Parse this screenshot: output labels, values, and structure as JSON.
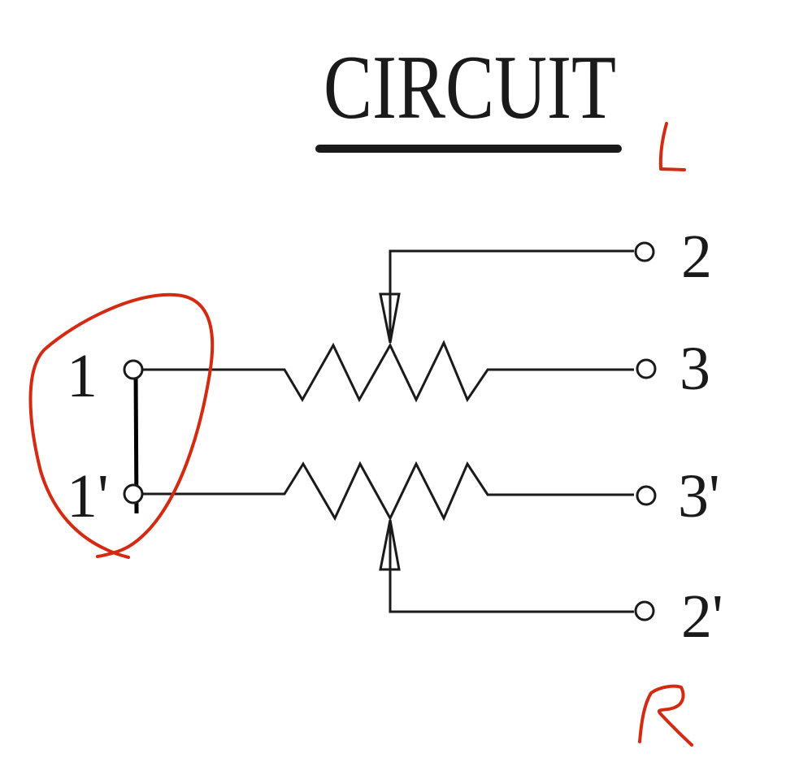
{
  "diagram": {
    "title": "CIRCUIT",
    "type": "dual potentiometer schematic",
    "terminals": {
      "t1": "1",
      "t1p": "1'",
      "t2": "2",
      "t3": "3",
      "t3p": "3'",
      "t2p": "2'"
    },
    "components": [
      {
        "name": "upper-potentiometer",
        "ends": [
          "1",
          "3"
        ],
        "wiper": "2"
      },
      {
        "name": "lower-potentiometer",
        "ends": [
          "1'",
          "3'"
        ],
        "wiper": "2'"
      }
    ],
    "jumper": {
      "connects": [
        "1",
        "1'"
      ]
    },
    "annotations": {
      "channel_top": "L",
      "channel_bottom": "R",
      "highlight": "terminals 1 and 1' circled",
      "ink_color": "#d42a12"
    }
  }
}
